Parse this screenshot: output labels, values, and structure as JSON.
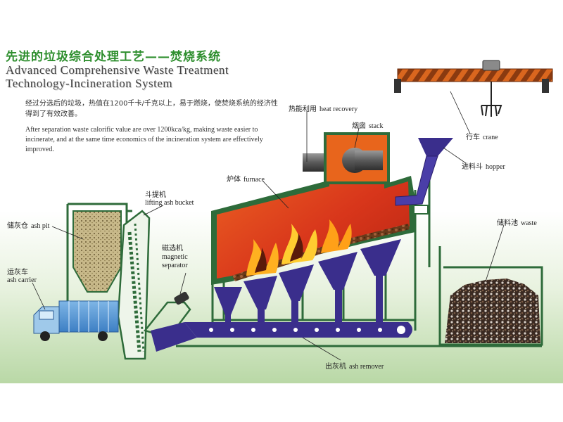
{
  "title": {
    "cn": "先进的垃圾综合处理工艺——焚烧系统",
    "en_line1": "Advanced Comprehensive Waste Treatment",
    "en_line2": "Technology-Incineration System"
  },
  "description": {
    "cn": "经过分选后的垃圾，热值在1200千卡/千克以上，易于燃烧，使焚烧系统的经济性得到了有效改善。",
    "en": "After separation waste calorific value are over 1200kca/kg, making waste easier to incinerate, and at the same time economics of the incineration system are effectively improved."
  },
  "labels": {
    "heat_recovery": {
      "cn": "热能利用",
      "en": "heat recovery"
    },
    "stack": {
      "cn": "烟囱",
      "en": "stack"
    },
    "crane": {
      "cn": "行车",
      "en": "crane"
    },
    "hopper": {
      "cn": "进料斗",
      "en": "hopper"
    },
    "furnace": {
      "cn": "炉体",
      "en": "furnace"
    },
    "lifting_ash_bucket": {
      "cn": "斗提机",
      "en": "lifting ash bucket"
    },
    "ash_pit": {
      "cn": "储灰仓",
      "en": "ash pit"
    },
    "magnetic_separator": {
      "cn": "磁选机",
      "en1": "magnetic",
      "en2": "separator"
    },
    "ash_carrier": {
      "cn": "运灰车",
      "en": "ash carrier"
    },
    "waste": {
      "cn": "储料池",
      "en": "waste"
    },
    "ash_remover": {
      "cn": "出灰机",
      "en": "ash remover"
    }
  },
  "colors": {
    "title_green": "#2f8f2f",
    "structure_green": "#2e6b3a",
    "conveyor_blue": "#3a2e8c",
    "fire_red": "#d8361b",
    "crane_orange": "#d9661e",
    "ground": "#cfe3bf"
  }
}
